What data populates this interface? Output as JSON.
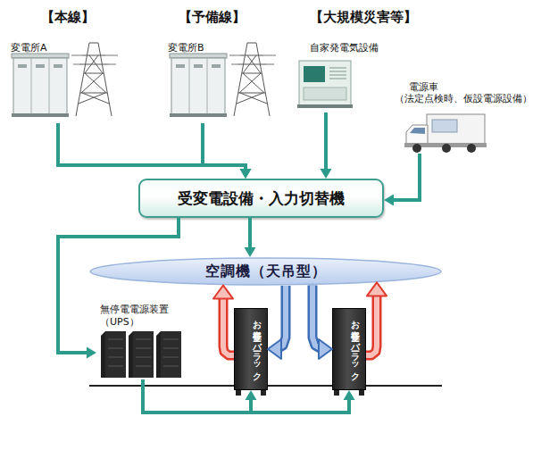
{
  "diagram": {
    "nodes": [
      {
        "text": [
          "【本線】",
          "変電所A"
        ]
      },
      {
        "text": [
          "【予備線】",
          "変電所B"
        ]
      },
      {
        "text": [
          "【大規模災害等】",
          "自家発電気設備"
        ]
      },
      {
        "text": [
          "電源車",
          "（法定点検時、仮設電源設備）"
        ]
      },
      {
        "text": [
          "受変電設備・入力切替機"
        ]
      },
      {
        "text": [
          "空調機（天吊型）"
        ]
      },
      {
        "text": [
          "無停電電源装置 （UPS）"
        ]
      },
      {
        "text": [
          "お客様 サーバーラック"
        ]
      },
      {
        "text": [
          "お客様 サーバーラック"
        ]
      }
    ],
    "edges": [
      {
        "from": 0,
        "to": 4,
        "arrow": "to"
      },
      {
        "from": 1,
        "to": 4,
        "arrow": "to"
      },
      {
        "from": 2,
        "to": 4,
        "arrow": "to"
      },
      {
        "from": 3,
        "to": 4,
        "arrow": "to"
      },
      {
        "from": 4,
        "to": 5,
        "arrow": "to"
      },
      {
        "from": 4,
        "to": 6,
        "arrow": "to"
      },
      {
        "from": 6,
        "to": 7,
        "arrow": "to"
      },
      {
        "from": 6,
        "to": 8,
        "arrow": "to"
      },
      {
        "from": 5,
        "to": 7,
        "arrow": "to"
      },
      {
        "from": 5,
        "to": 8,
        "arrow": "to"
      },
      {
        "from": 7,
        "to": 5,
        "arrow": "to"
      },
      {
        "from": 8,
        "to": 5,
        "arrow": "to"
      }
    ]
  }
}
